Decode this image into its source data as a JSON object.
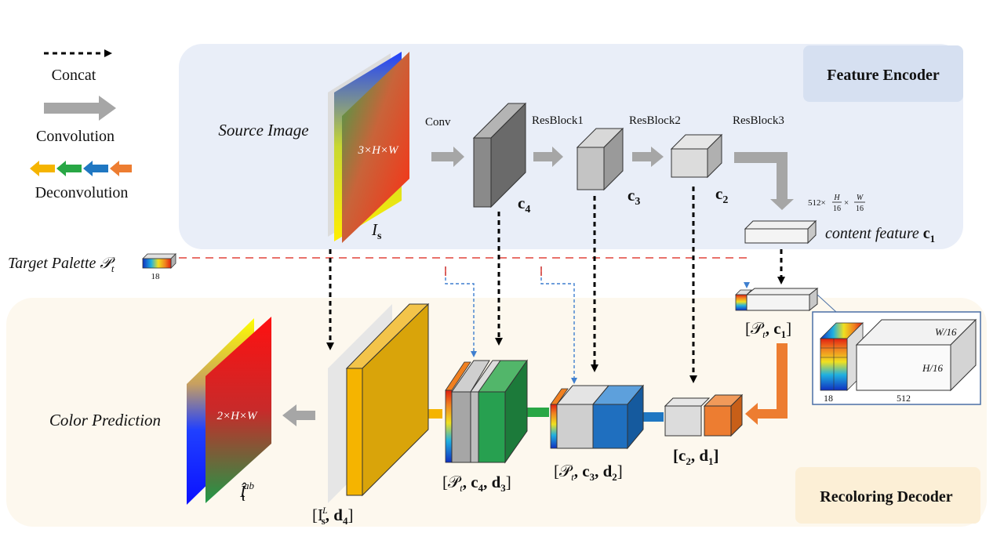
{
  "legend": {
    "concat": "Concat",
    "convolution": "Convolution",
    "deconvolution": "Deconvolution"
  },
  "encoder": {
    "title": "Feature Encoder",
    "source_label": "Source Image",
    "source_dims": "3×H×W",
    "source_symbol": "I",
    "source_symbol_sub": "s",
    "conv": "Conv",
    "resblock1": "ResBlock1",
    "resblock2": "ResBlock2",
    "resblock3": "ResBlock3",
    "c4": "c",
    "c4_sub": "4",
    "c3": "c",
    "c3_sub": "3",
    "c2": "c",
    "c2_sub": "2",
    "dims_prefix": "512×",
    "dims_h_num": "H",
    "dims_h_den": "16",
    "dims_times": "×",
    "dims_w_num": "W",
    "dims_w_den": "16",
    "content_label": "content feature",
    "content_symbol": "c",
    "content_sub": "1"
  },
  "palette": {
    "label": "Target Palette",
    "symbol": "𝒫",
    "sub": "t",
    "size": "18"
  },
  "decoder": {
    "title": "Recoloring Decoder",
    "prediction_label": "Color Prediction",
    "pred_dims": "2×H×W",
    "pred_symbol": "Î",
    "pred_sub": "t",
    "pred_sup": "ab",
    "pc1": "[𝒫",
    "pc1_t": "t",
    "pc1_rest": ", c",
    "pc1_one": "1",
    "pc1_close": "]",
    "c2d1_open": "[c",
    "c2d1_2": "2",
    "c2d1_mid": ", d",
    "c2d1_1": "1",
    "c2d1_close": "]",
    "pc3d2_open": "[𝒫",
    "pc3d2_t": "t",
    "pc3d2_c": ", c",
    "pc3d2_3": "3",
    "pc3d2_d": ", d",
    "pc3d2_2": "2",
    "pc3d2_close": "]",
    "pc4d3_open": "[𝒫",
    "pc4d3_t": "t",
    "pc4d3_c": ", c",
    "pc4d3_4": "4",
    "pc4d3_d": ", d",
    "pc4d3_3": "3",
    "pc4d3_close": "]",
    "isd4_open": "[I",
    "isd4_sub": "s",
    "isd4_sup": "L",
    "isd4_d": ", d",
    "isd4_4": "4",
    "isd4_close": "]"
  },
  "inset": {
    "w": "W/16",
    "h": "H/16",
    "ch18": "18",
    "ch512": "512"
  },
  "colors": {
    "encoder_bg": "#e9eef8",
    "decoder_bg": "#fdf8ee",
    "encoder_title_bg": "#d6e0f1",
    "decoder_title_bg": "#fcefd6",
    "conv_arrow": "#a6a6a6",
    "palette_line": "#e0443a",
    "guide_line": "#3f7fcf",
    "deconv_orange": "#ed7d31",
    "deconv_blue": "#1f77c2",
    "deconv_green": "#28a745",
    "deconv_yellow": "#f5b400",
    "d1_orange": "#ed7d31",
    "d2_blue": "#1f6fbf",
    "d3_green": "#27a050",
    "d4_gold": "#d9a40a"
  }
}
